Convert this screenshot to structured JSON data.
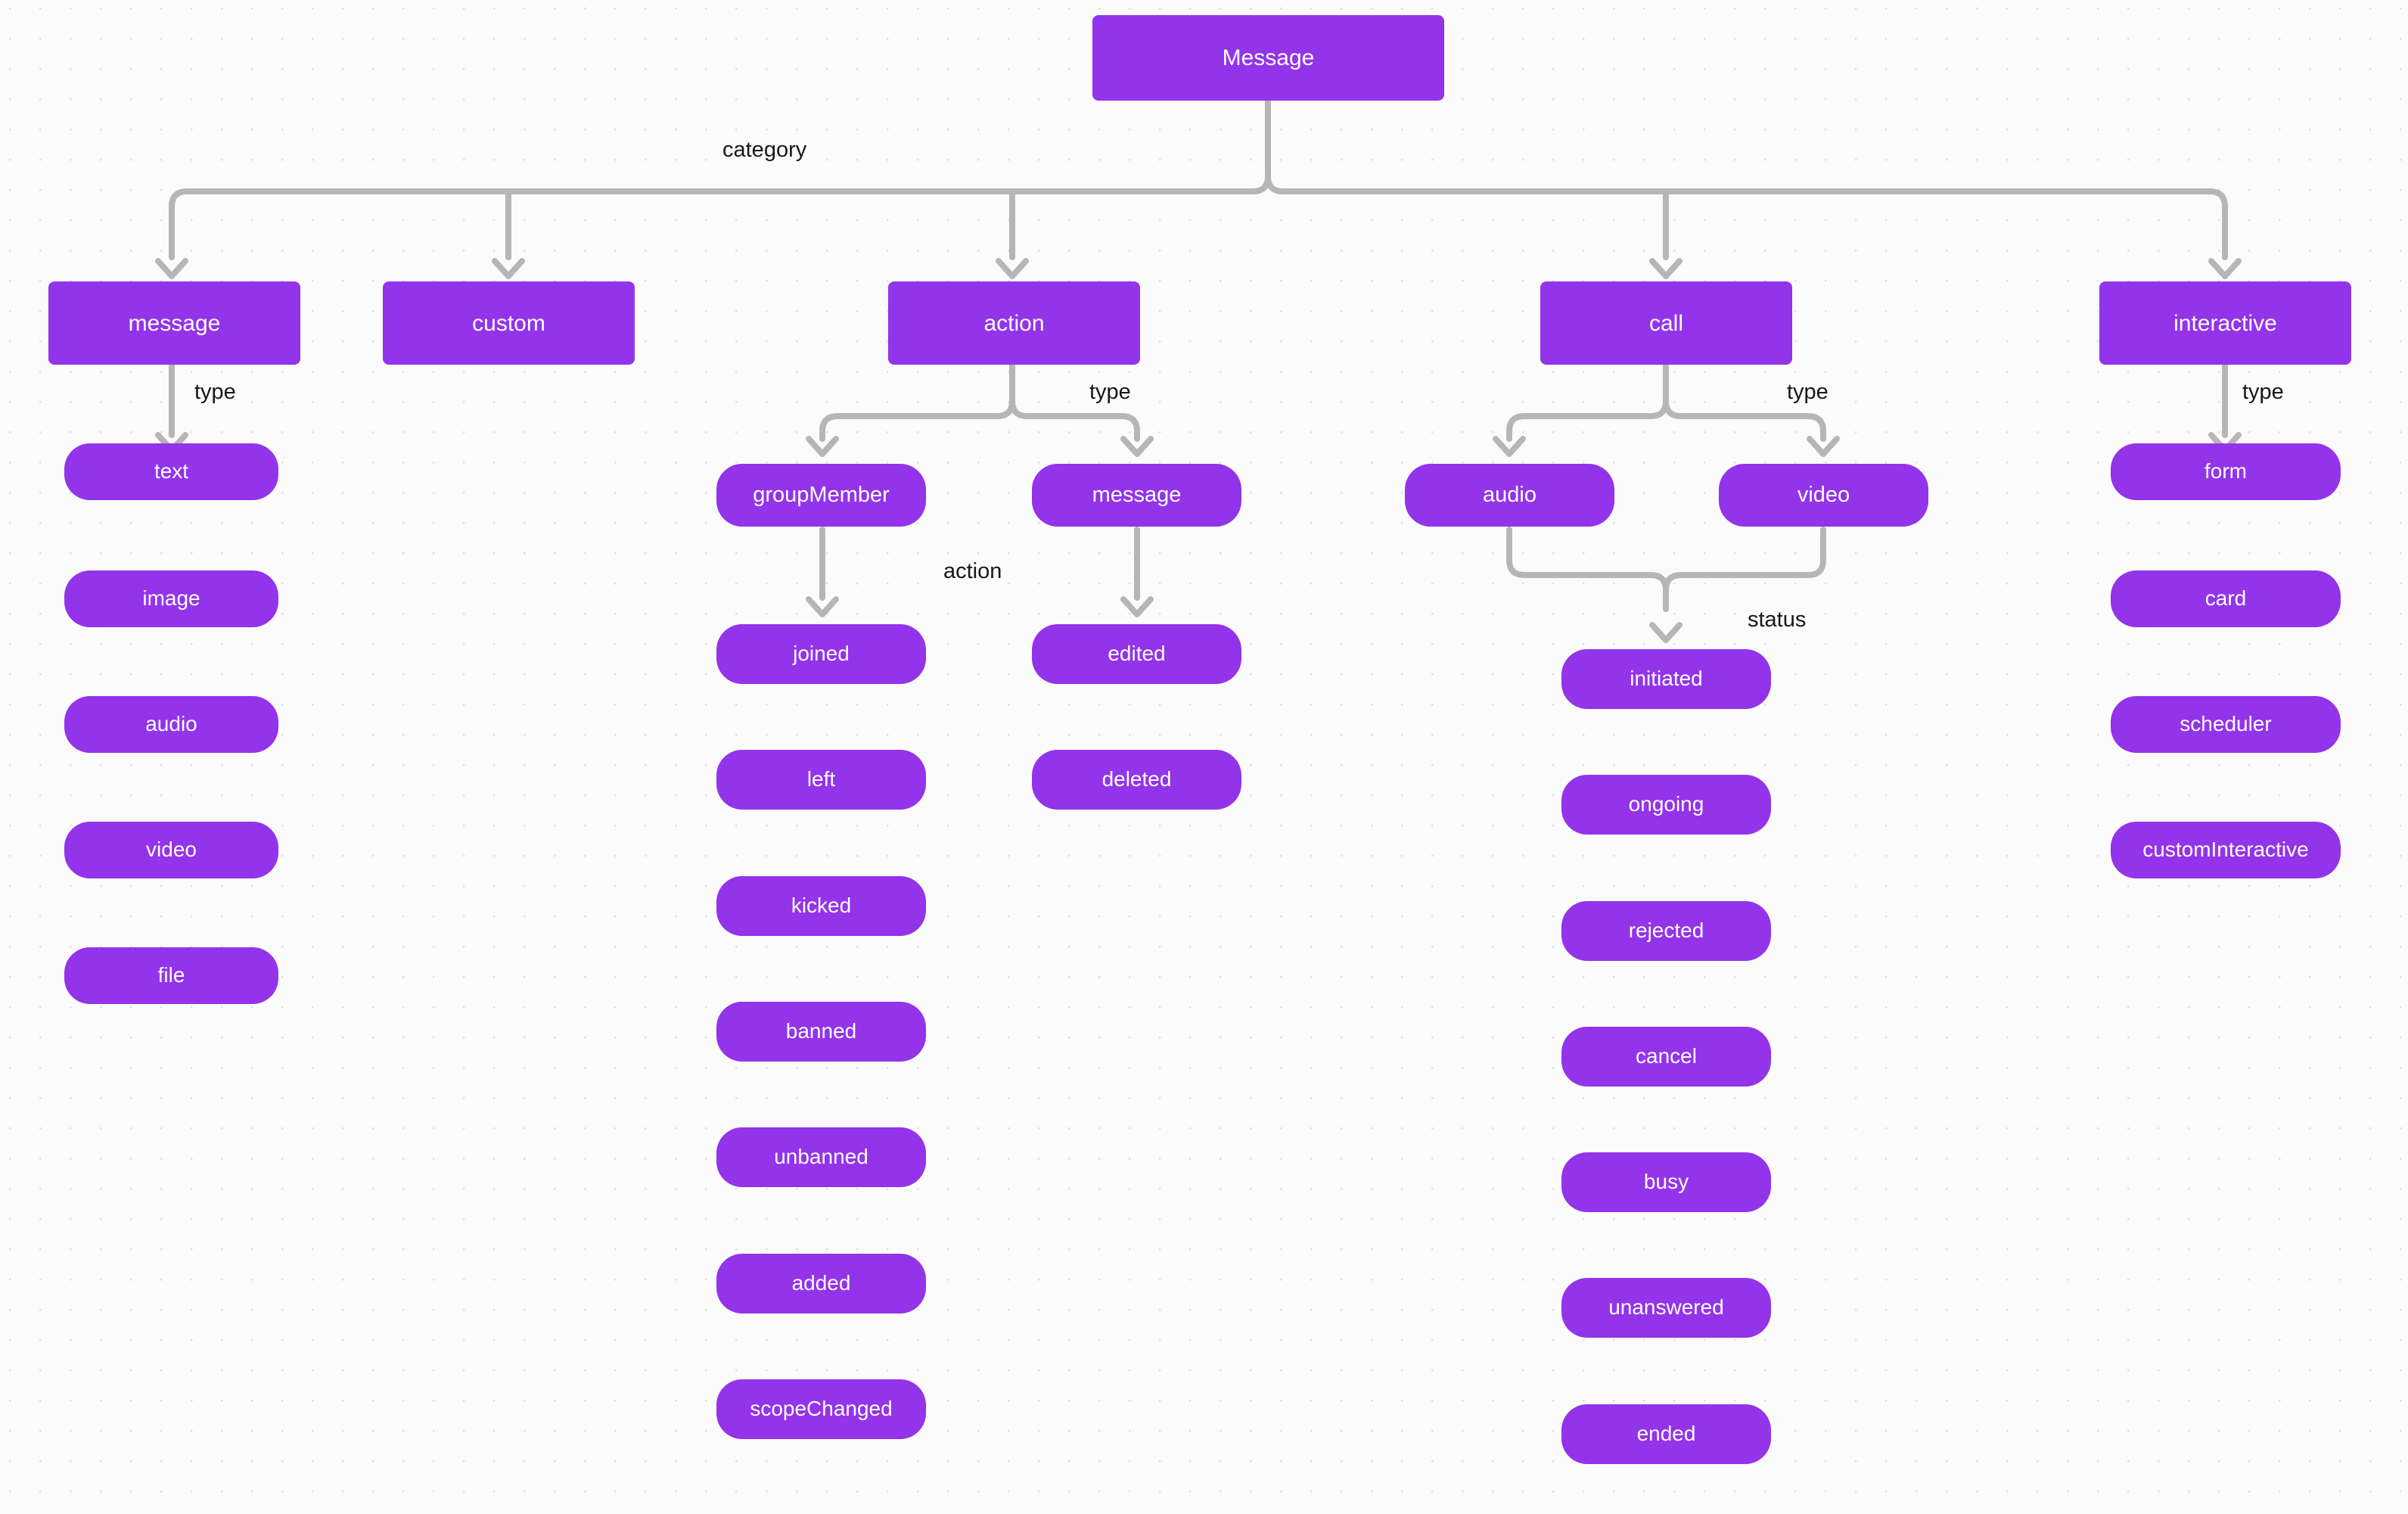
{
  "diagram": {
    "title": "Message",
    "colors": {
      "node_fill": "#9333ea",
      "node_text": "#ffffff",
      "edge": "#b6b6b6",
      "background": "#fbfbfb",
      "dot_grid": "#e0e0e0",
      "label_text": "#17181a"
    },
    "root": {
      "label": "Message"
    },
    "edge_labels": {
      "category": "category",
      "type_message": "type",
      "type_action": "type",
      "type_call": "type",
      "type_interactive": "type",
      "action": "action",
      "status": "status"
    },
    "categories": [
      {
        "id": "message",
        "label": "message"
      },
      {
        "id": "custom",
        "label": "custom"
      },
      {
        "id": "action",
        "label": "action"
      },
      {
        "id": "call",
        "label": "call"
      },
      {
        "id": "interactive",
        "label": "interactive"
      }
    ],
    "message_types": [
      {
        "label": "text"
      },
      {
        "label": "image"
      },
      {
        "label": "audio"
      },
      {
        "label": "video"
      },
      {
        "label": "file"
      }
    ],
    "action_types": [
      {
        "label": "groupMember"
      },
      {
        "label": "message"
      }
    ],
    "group_member_actions": [
      {
        "label": "joined"
      },
      {
        "label": "left"
      },
      {
        "label": "kicked"
      },
      {
        "label": "banned"
      },
      {
        "label": "unbanned"
      },
      {
        "label": "added"
      },
      {
        "label": "scopeChanged"
      }
    ],
    "message_actions": [
      {
        "label": "edited"
      },
      {
        "label": "deleted"
      }
    ],
    "call_types": [
      {
        "label": "audio"
      },
      {
        "label": "video"
      }
    ],
    "call_statuses": [
      {
        "label": "initiated"
      },
      {
        "label": "ongoing"
      },
      {
        "label": "rejected"
      },
      {
        "label": "cancel"
      },
      {
        "label": "busy"
      },
      {
        "label": "unanswered"
      },
      {
        "label": "ended"
      }
    ],
    "interactive_types": [
      {
        "label": "form"
      },
      {
        "label": "card"
      },
      {
        "label": "scheduler"
      },
      {
        "label": "customInteractive"
      }
    ]
  }
}
